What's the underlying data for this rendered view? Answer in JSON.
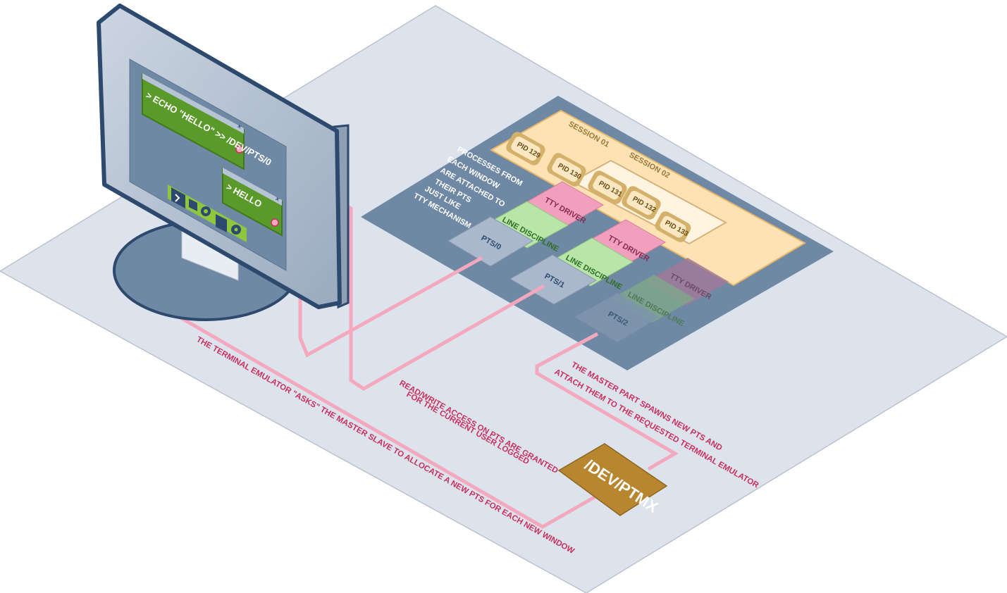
{
  "monitor": {
    "window1_text": "> ECHO \"HELLO\" >> /DEV/PTS/0",
    "window2_text": "> HELLO",
    "window_close": "×"
  },
  "sessions": {
    "session1_label": "SESSION 01",
    "session2_label": "SESSION 02",
    "pids": [
      "PID 129",
      "PID 130",
      "PID 131",
      "PID 132",
      "PID 133"
    ]
  },
  "stack": {
    "tty_driver": "TTY DRIVER",
    "line_discipline": "LINE DISCIPLINE",
    "pts": [
      "PTS/0",
      "PTS/1",
      "PTS/2"
    ]
  },
  "ptmx_label": "/DEV/PTMX",
  "notes": {
    "processes": [
      "PROCESSES FROM",
      "EACH WINDOW",
      "ARE ATTACHED TO",
      "THEIR PTS",
      "JUST LIKE",
      "TTY MECHANISM"
    ],
    "emulator": "THE TERMINAL EMULATOR \"ASKS\" THE MASTER SLAVE TO ALLOCATE A NEW PTS FOR EACH NEW WINDOW",
    "access": [
      "READ/WRITE ACCESS ON  PTS ARE GRANTED",
      "FOR THE CURRENT USER LOGGED"
    ],
    "master": [
      "THE MASTER PART SPAWNS NEW PTS AND",
      "ATTACH THEM TO THE REQUESTED TERMINAL EMULATOR"
    ]
  },
  "colors": {
    "floor": "#dde3ec",
    "panel": "#6f89a4",
    "session": "#fde2b4",
    "pid": "#d4b16a",
    "tty": "#f0a0bc",
    "ldisc": "#b8e6a8",
    "pts": "#a9b8cc",
    "ptmx": "#b8862f",
    "cable": "#f4a8bd",
    "note": "#c8305e",
    "terminal": "#5a9a2a"
  }
}
